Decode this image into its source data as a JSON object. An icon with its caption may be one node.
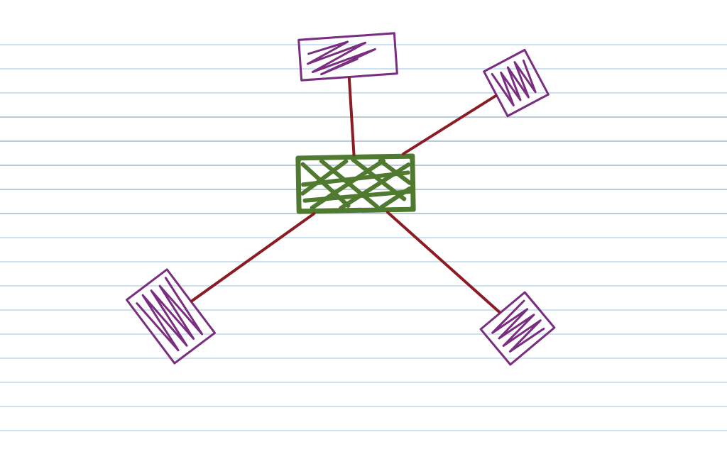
{
  "diagram": {
    "nodes": [
      {
        "text": [],
        "shape": "box"
      },
      {
        "text": [],
        "shape": "box"
      },
      {
        "text": [],
        "shape": "box"
      },
      {
        "text": [],
        "shape": "box"
      },
      {
        "text": [],
        "shape": "box"
      }
    ],
    "edges": [
      {
        "from": 2,
        "to": 0,
        "arrow": "none"
      },
      {
        "from": 2,
        "to": 1,
        "arrow": "none"
      },
      {
        "from": 2,
        "to": 3,
        "arrow": "none"
      },
      {
        "from": 2,
        "to": 4,
        "arrow": "none"
      }
    ]
  }
}
